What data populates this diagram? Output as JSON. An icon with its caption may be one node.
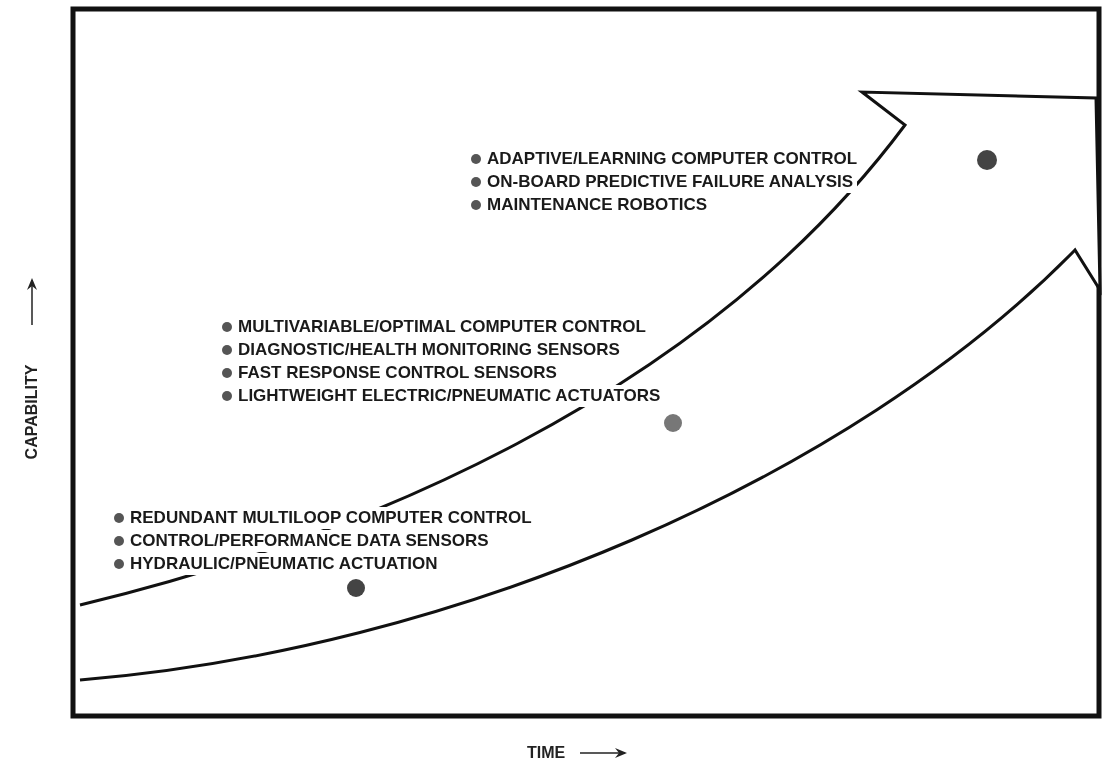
{
  "diagram": {
    "labels": [
      "ADAPTIVE/LEARNING COMPUTER CONTROL",
      "ON-BOARD PREDICTIVE FAILURE ANALYSIS",
      "MAINTENANCE ROBOTICS",
      "MULTIVARIABLE/OPTIMAL COMPUTER CONTROL",
      "DIAGNOSTIC/HEALTH MONITORING SENSORS",
      "FAST RESPONSE CONTROL SENSORS",
      "LIGHTWEIGHT ELECTRIC/PNEUMATIC ACTUATORS",
      "CAPABILITY",
      "REDUNDANT MULTILOOP COMPUTER CONTROL",
      "CONTROL/PERFORMANCE DATA SENSORS",
      "HYDRAULIC/PNEUMATIC ACTUATION",
      "TIME"
    ]
  }
}
